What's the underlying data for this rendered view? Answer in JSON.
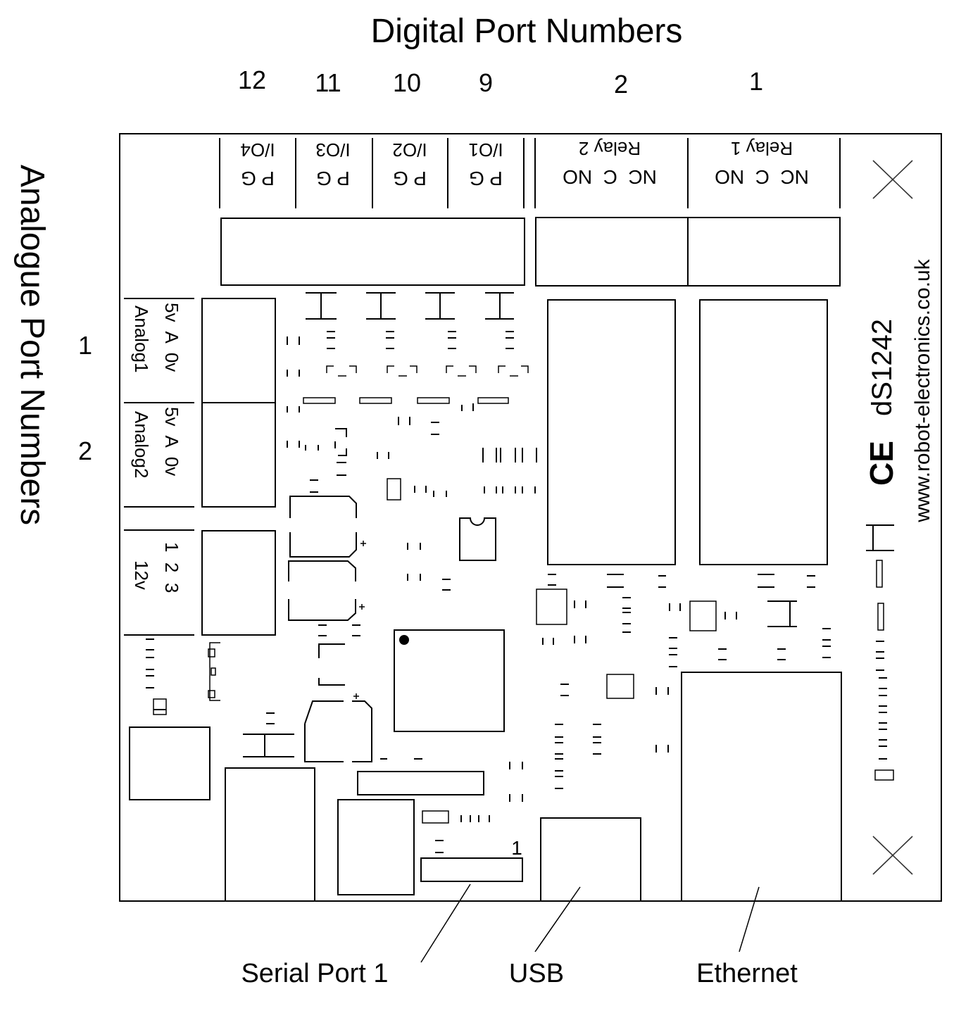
{
  "diagram": {
    "title_top": "Digital Port Numbers",
    "title_left": "Analogue Port Numbers",
    "digital_port_numbers": [
      "12",
      "11",
      "10",
      "9",
      "2",
      "1"
    ],
    "analogue_port_numbers": [
      "1",
      "2"
    ],
    "io_terminals": [
      {
        "name": "I/O4",
        "pins": "P G"
      },
      {
        "name": "I/O3",
        "pins": "P G"
      },
      {
        "name": "I/O2",
        "pins": "P G"
      },
      {
        "name": "I/O1",
        "pins": "P G"
      }
    ],
    "relays": [
      {
        "name": "Relay 2",
        "pins": "NC  C  NO"
      },
      {
        "name": "Relay 1",
        "pins": "NC  C  NO"
      }
    ],
    "analog_terminals": [
      {
        "name": "Analog1",
        "pins": "5v  A  0v"
      },
      {
        "name": "Analog2",
        "pins": "5v  A  0v"
      }
    ],
    "power_terminal": {
      "name": "12v",
      "pins": "1  2  3"
    },
    "board_model": "dS1242",
    "certification_mark": "CE",
    "website": "www.robot-electronics.co.uk",
    "serial_header_pin_label": "1",
    "connector_labels": {
      "serial": "Serial Port 1",
      "usb": "USB",
      "ethernet": "Ethernet"
    }
  }
}
